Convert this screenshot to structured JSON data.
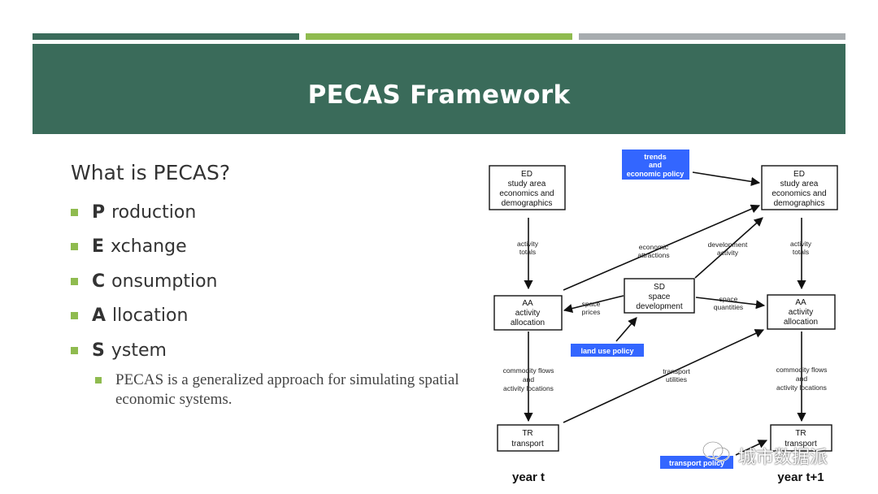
{
  "slide": {
    "title": "PECAS Framework",
    "question": "What is PECAS?",
    "items": [
      {
        "letter": "P",
        "rest": "roduction"
      },
      {
        "letter": "E",
        "rest": "xchange"
      },
      {
        "letter": "C",
        "rest": "onsumption"
      },
      {
        "letter": "A",
        "rest": "llocation"
      },
      {
        "letter": "S",
        "rest": "ystem"
      }
    ],
    "sub_bullet": "PECAS is a generalized approach for simulating spatial economic systems.",
    "colors": {
      "accent": "#3a6b5a",
      "bullet": "#8fbb4f",
      "gray": "#a7acaf",
      "policy": "#3366ff"
    }
  },
  "diagram": {
    "ed_left": {
      "l1": "ED",
      "l2": "study area",
      "l3": "economics and",
      "l4": "demographics"
    },
    "ed_right": {
      "l1": "ED",
      "l2": "study area",
      "l3": "economics and",
      "l4": "demographics"
    },
    "aa_left": {
      "l1": "AA",
      "l2": "activity",
      "l3": "allocation"
    },
    "aa_right": {
      "l1": "AA",
      "l2": "activity",
      "l3": "allocation"
    },
    "sd": {
      "l1": "SD",
      "l2": "space",
      "l3": "development"
    },
    "tr_left": {
      "l1": "TR",
      "l2": "transport"
    },
    "tr_right": {
      "l1": "TR",
      "l2": "transport"
    },
    "trends": {
      "l1": "trends",
      "l2": "and",
      "l3": "economic policy"
    },
    "land_use": "land use policy",
    "transport_policy": "transport policy",
    "labels": {
      "activity_totals_left": {
        "l1": "activity",
        "l2": "totals"
      },
      "activity_totals_right": {
        "l1": "activity",
        "l2": "totals"
      },
      "economic_attractions": {
        "l1": "economic",
        "l2": "attractions"
      },
      "development_activity": {
        "l1": "development",
        "l2": "activity"
      },
      "space_prices": {
        "l1": "space",
        "l2": "prices"
      },
      "space_quantities": {
        "l1": "space",
        "l2": "quantities"
      },
      "commodity_left": {
        "l1": "commodity flows",
        "l2": "and",
        "l3": "activity locations"
      },
      "commodity_right": {
        "l1": "commodity flows",
        "l2": "and",
        "l3": "activity locations"
      },
      "transport_utilities": {
        "l1": "transport",
        "l2": "utilities"
      }
    },
    "year_left": "year t",
    "year_right": "year t+1"
  },
  "watermark": "城市数据派"
}
